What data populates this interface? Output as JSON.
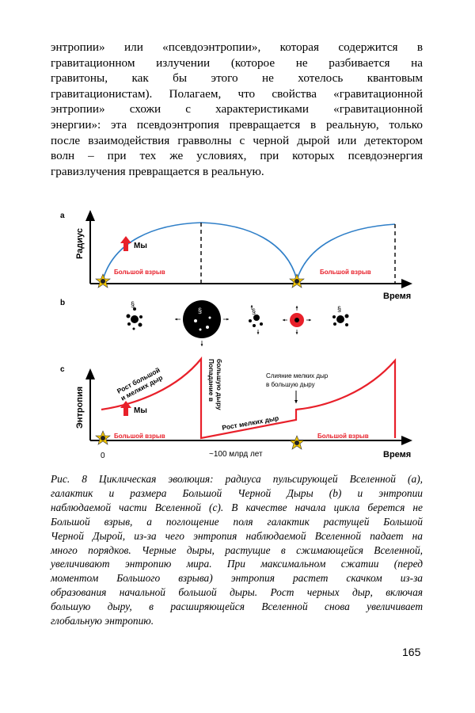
{
  "body_lines": [
    "энтропии» или «псевдоэнтропии», которая содержится в",
    "гравитационном излучении (которое не разбивается на",
    "гравитоны, как бы этого не хотелось квантовым",
    "гравитационистам). Полагаем, что свойства «гравитационной",
    "энтропии» схожи с характеристиками «гравитационной",
    "энергии»: эта псевдоэнтропия превращается в реальную, только",
    "после взаимодействия гравволны с черной дырой или детектором",
    "волн – при тех же условиях, при которых псевдоэнергия",
    "гравизлучения превращается в реальную."
  ],
  "figure": {
    "panel_a": {
      "label": "a",
      "ylabel": "Радиус",
      "xlabel": "Время",
      "we_label": "Мы",
      "bigbang_left": "Большой взрыв",
      "bigbang_right": "Большой взрыв"
    },
    "panel_b": {
      "label": "b"
    },
    "panel_c": {
      "label": "c",
      "ylabel": "Энтропия",
      "xlabel": "Время",
      "we_label": "Мы",
      "bigbang_left": "Большой взрыв",
      "bigbang_right": "Большой взрыв",
      "growth_label_1": "Рост большой",
      "growth_label_2": "и мелких дыр",
      "fall_label_1": "Попадание в",
      "fall_label_2": "большую дыру",
      "small_growth_label": "Рост мелких дыр",
      "merge_label_1": "Слияние мелких дыр",
      "merge_label_2": "в большую дыру",
      "origin_label": "0",
      "time_mark_label": "~100 млрд лет"
    },
    "colors": {
      "curve_blue": "#2f7fc8",
      "entropy_red": "#e8202a",
      "star_yellow": "#f2c400"
    }
  },
  "caption_lines": [
    "Рис. 8 Циклическая эволюция: радиуса пульсирующей Вселенной (a),",
    "галактик и размера Большой Черной Дыры (b) и энтропии",
    "наблюдаемой части Вселенной (c). В качестве начала цикла берется не",
    "Большой взрыв, а поглощение поля галактик растущей Большой",
    "Черной Дырой, из-за чего энтропия наблюдаемой Вселенной падает на",
    "много порядков. Черные дыры, растущие в сжимающейся Вселенной,",
    "увеличивают энтропию мира. При максимальном сжатии (перед",
    "моментом Большого взрыва) энтропия растет скачком из-за",
    "образования начальной большой дыры. Рост черных дыр, включая",
    "большую дыру, в расширяющейся Вселенной снова увеличивает",
    "глобальную энтропию."
  ],
  "page_number": "165"
}
